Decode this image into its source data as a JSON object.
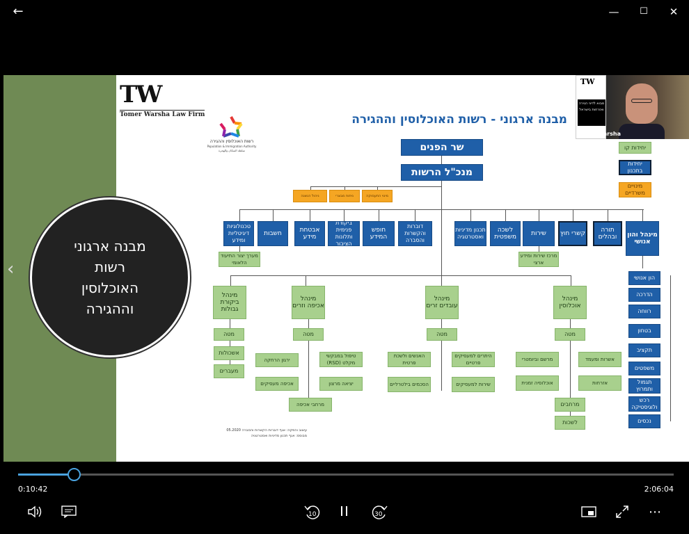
{
  "window": {
    "back_icon": "arrow-left-icon",
    "minimize": "—",
    "maximize": "☐",
    "close": "✕"
  },
  "slide": {
    "logo_letters": "TW",
    "logo_firm": "Tomer Warsha Law Firm",
    "authority_he": "רשות האוכלוסין וההגירה",
    "authority_en": "Population & Immigration Authority",
    "authority_ar": "سلطة السكان والهجرة",
    "title": "מבנה ארגוני - רשות האוכלוסין וההגירה",
    "circle_lines": [
      "מבנה ארגוני",
      "רשות",
      "האוכלוסין",
      "וההגירה"
    ],
    "minister": "שר הפנים",
    "director": "מנכ\"ל הרשות",
    "legend": {
      "green": "יחידות קו",
      "blue": "יחידות בתכנון",
      "orange": "מינויים משרדיים"
    },
    "orange_units": [
      "ניהול הנשנה",
      "ניתוח מבצרי",
      "מינוי התעסוקה"
    ],
    "top_units": [
      "מינהל והון אנושי",
      "תורה ובהלים",
      "קשרי חוץ",
      "שירות",
      "לשכה משפטית",
      "תכנון מדיניות ואסטרטגיה",
      "דוברות והקשרות והסברה",
      "חופש המידע",
      "ביקורת פנימית ותלונות הציבור",
      "אבטחת מידע",
      "חשבות",
      "טכנולוגיות דיגיטליות ומידע"
    ],
    "sub_under_tech": "מערך יצור התיעוד הלאומי",
    "sub_under_service": "מרכז שירות ומידע ארצי",
    "hr_column": [
      "הון אנושי",
      "הדרכה",
      "רווחה",
      "בטחון",
      "תקציב",
      "משפטים",
      "תגמול ותמרוץ",
      "רכש ולוגיסטיקה",
      "נכסים"
    ],
    "admins": [
      "מינהל ביקורת גבולות",
      "מינהל אכיפה וזרים",
      "מינהל עובדים זרים",
      "מינהל אוכלוסין"
    ],
    "border_sub": [
      "מטה",
      "אשכולות",
      "מעברים"
    ],
    "enforce_sub": [
      "מטה",
      "טיפול במבקשי מקלט (RSD)",
      "ירגון הרחקה",
      "יציאה מרצון",
      "אכיפה מעסיקים",
      "מרחבי אכיפה"
    ],
    "workers_sub": [
      "מטה",
      "היתרים למעסיקים פרטיים",
      "האנשים ולשכת פרטית",
      "שירות למעסיקים",
      "הסכמים בילטרליים"
    ],
    "pop_sub": [
      "מטה",
      "מרשם וביומטרי",
      "אשרות ומעמד",
      "אוכלוסיה זמנית",
      "אזרחות",
      "מרחבים",
      "לשכות"
    ],
    "footnote": [
      "עיצוב והפקה: אגף דוברות הקשרות והסברה 05.2020",
      "מבוסס: אגף תכנון מדיניות ואסטרטגיה"
    ],
    "webcam_name": "Tomer warsha",
    "mini_logo_text": "מבוא לדיני הגירה ואזרחות בישראל"
  },
  "player": {
    "time_current": "0:10:42",
    "time_total": "2:06:04",
    "progress": 0.085,
    "rewind_label": "10",
    "forward_label": "30"
  },
  "colors": {
    "accent": "#1f5fa8",
    "line_green": "#a8d08d",
    "orange": "#f5a623",
    "slider": "#4aa3df"
  }
}
